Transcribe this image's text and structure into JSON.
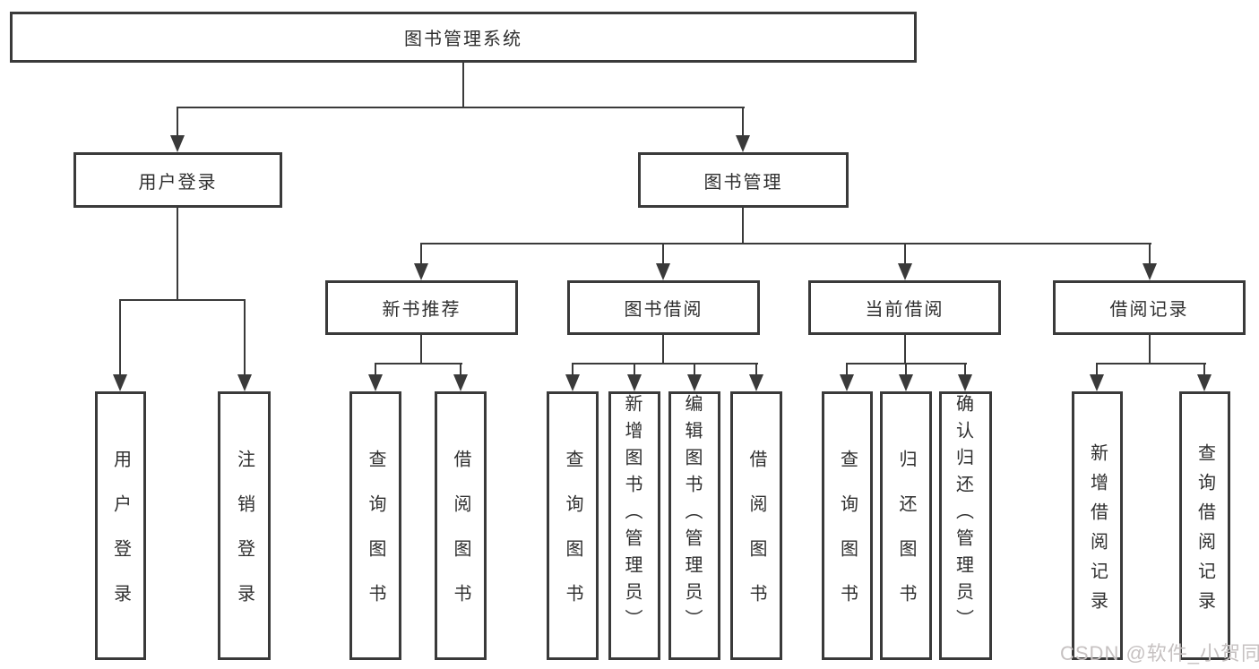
{
  "diagram_title": "图书管理系统",
  "tree": {
    "root": {
      "label": "图书管理系统"
    },
    "children": [
      {
        "label": "用户登录",
        "children": [
          {
            "label": "用户登录"
          },
          {
            "label": "注销登录"
          }
        ]
      },
      {
        "label": "图书管理",
        "children": [
          {
            "label": "新书推荐",
            "children": [
              {
                "label": "查询图书"
              },
              {
                "label": "借阅图书"
              }
            ]
          },
          {
            "label": "图书借阅",
            "children": [
              {
                "label": "查询图书"
              },
              {
                "label": "新增图书（管理员）"
              },
              {
                "label": "编辑图书（管理员）"
              },
              {
                "label": "借阅图书"
              }
            ]
          },
          {
            "label": "当前借阅",
            "children": [
              {
                "label": "查询图书"
              },
              {
                "label": "归还图书"
              },
              {
                "label": "确认归还（管理员）"
              }
            ]
          },
          {
            "label": "借阅记录",
            "children": [
              {
                "label": "新增借阅记录"
              },
              {
                "label": "查询借阅记录"
              }
            ]
          }
        ]
      }
    ]
  },
  "watermark": {
    "text": "CSDN @软件_小贺同学"
  },
  "colors": {
    "line": "#3a3a3a",
    "text": "#2f2f2f",
    "watermark": "#c6c1c1",
    "background": "#ffffff"
  }
}
